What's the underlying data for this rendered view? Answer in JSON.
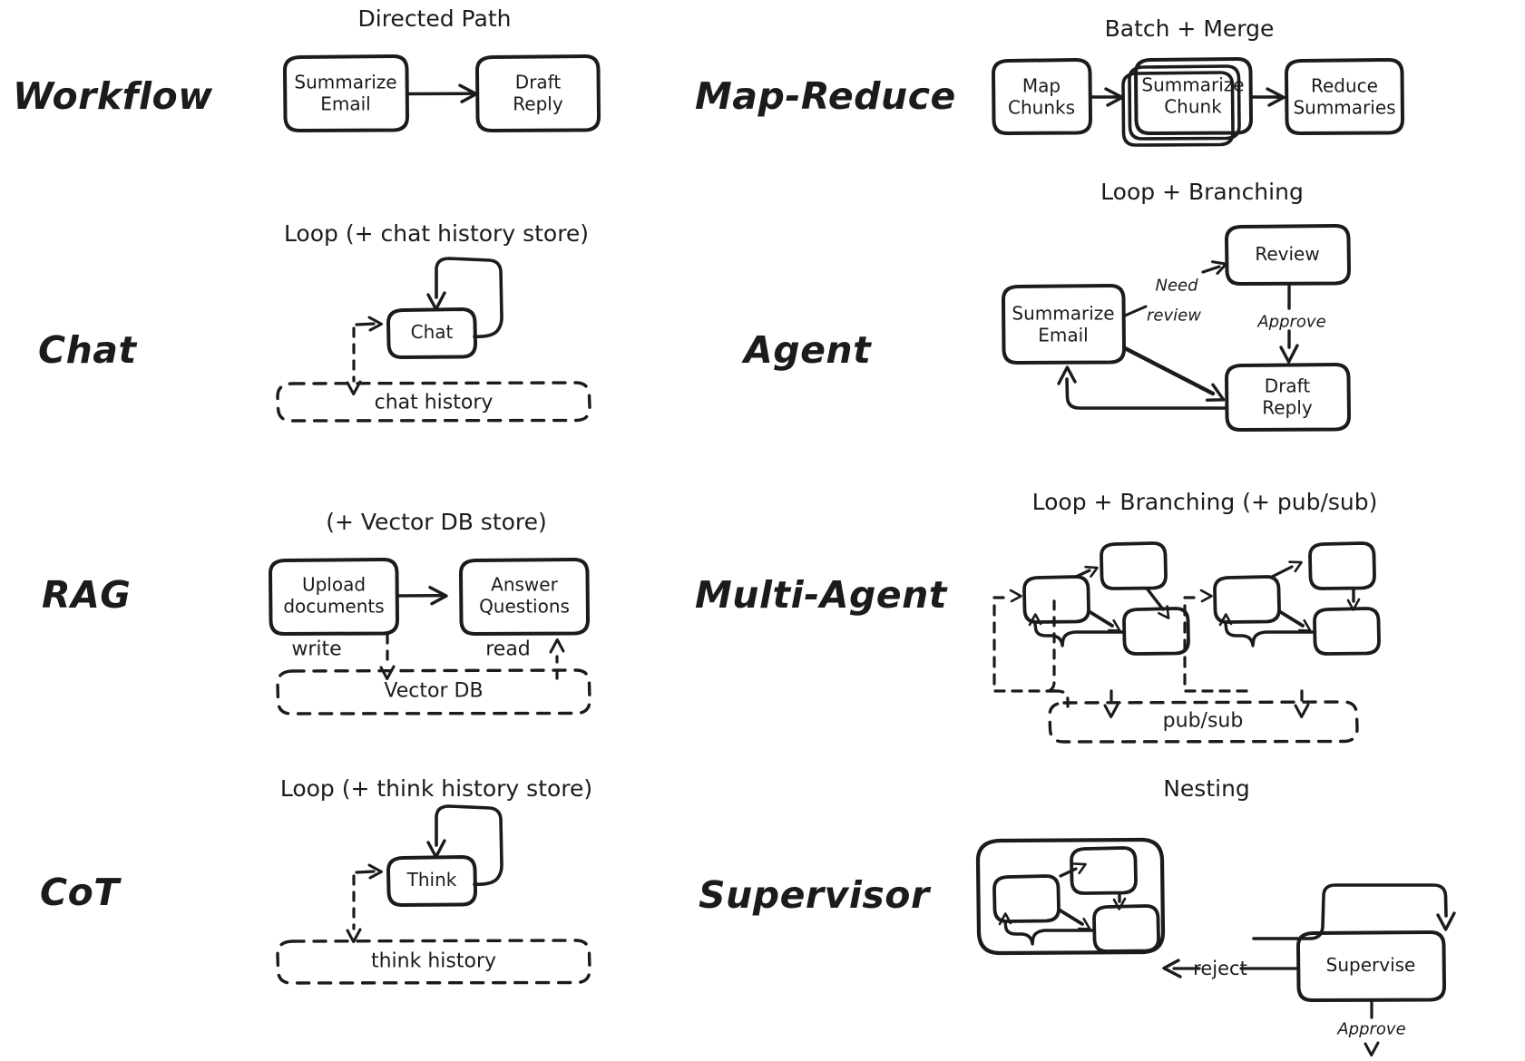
{
  "figure": {
    "title": "LLM application architecture patterns",
    "style": "hand-drawn whiteboard sketch",
    "stroke_color": "#1b1b1b",
    "background_color": "#ffffff"
  },
  "rows": [
    {
      "left": {
        "label": "Workflow",
        "caption": "Directed Path",
        "nodes": [
          {
            "id": "w1",
            "text": "Summarize\nEmail"
          },
          {
            "id": "w2",
            "text": "Draft\nReply"
          }
        ],
        "edges": [
          {
            "from": "w1",
            "to": "w2",
            "label": ""
          }
        ],
        "store": null
      },
      "right": {
        "label": "Map-Reduce",
        "caption": "Batch + Merge",
        "nodes": [
          {
            "id": "m1",
            "text": "Map\nChunks"
          },
          {
            "id": "m2",
            "text": "Summarize\nChunk",
            "stacked": true
          },
          {
            "id": "m3",
            "text": "Reduce\nSummaries"
          }
        ],
        "edges": [
          {
            "from": "m1",
            "to": "m2",
            "label": ""
          },
          {
            "from": "m2",
            "to": "m3",
            "label": ""
          }
        ],
        "store": null
      }
    },
    {
      "left": {
        "label": "Chat",
        "caption": "Loop (+ chat history store)",
        "nodes": [
          {
            "id": "c1",
            "text": "Chat",
            "selfloop": true
          }
        ],
        "edges": [],
        "store": {
          "text": "chat history",
          "dashed": true
        }
      },
      "right": {
        "label": "Agent",
        "caption": "Loop + Branching",
        "nodes": [
          {
            "id": "a1",
            "text": "Summarize\nEmail"
          },
          {
            "id": "a2",
            "text": "Review"
          },
          {
            "id": "a3",
            "text": "Draft\nReply"
          }
        ],
        "edges": [
          {
            "from": "a1",
            "to": "a2",
            "label": "Need\nreview"
          },
          {
            "from": "a2",
            "to": "a3",
            "label": "Approve"
          },
          {
            "from": "a1",
            "to": "a3",
            "label": ""
          },
          {
            "from": "a3",
            "to": "a1",
            "label": ""
          }
        ],
        "store": null
      }
    },
    {
      "left": {
        "label": "RAG",
        "caption": "(+ Vector DB store)",
        "nodes": [
          {
            "id": "r1",
            "text": "Upload\ndocuments"
          },
          {
            "id": "r2",
            "text": "Answer\nQuestions"
          }
        ],
        "edges": [
          {
            "from": "r1",
            "to": "r2",
            "label": ""
          },
          {
            "from": "r1",
            "to": "store",
            "label": "write"
          },
          {
            "from": "store",
            "to": "r2",
            "label": "read"
          }
        ],
        "store": {
          "text": "Vector DB",
          "dashed": true
        }
      },
      "right": {
        "label": "Multi-Agent",
        "caption": "Loop + Branching (+ pub/sub)",
        "nodes": [
          {
            "id": "ma-g1",
            "text": ""
          },
          {
            "id": "ma-g2",
            "text": ""
          }
        ],
        "edges": [],
        "store": {
          "text": "pub/sub",
          "dashed": true
        }
      }
    },
    {
      "left": {
        "label": "CoT",
        "caption": "Loop (+ think history store)",
        "nodes": [
          {
            "id": "t1",
            "text": "Think",
            "selfloop": true
          }
        ],
        "edges": [],
        "store": {
          "text": "think history",
          "dashed": true
        }
      },
      "right": {
        "label": "Supervisor",
        "caption": "Nesting",
        "nodes": [
          {
            "id": "s-group",
            "text": ""
          },
          {
            "id": "s1",
            "text": "Supervise"
          }
        ],
        "edges": [
          {
            "from": "s-group",
            "to": "s1",
            "label": ""
          },
          {
            "from": "s1",
            "to": "s-group",
            "label": "reject"
          },
          {
            "from": "s1",
            "to": "out",
            "label": "Approve"
          }
        ],
        "store": null
      }
    }
  ],
  "labels": {
    "workflow": "Workflow",
    "map_reduce": "Map-Reduce",
    "chat": "Chat",
    "agent": "Agent",
    "rag": "RAG",
    "multi_agent": "Multi-Agent",
    "cot": "CoT",
    "supervisor": "Supervisor"
  },
  "captions": {
    "directed_path": "Directed Path",
    "batch_merge": "Batch + Merge",
    "loop_chat": "Loop (+ chat history store)",
    "loop_branching": "Loop + Branching",
    "vector_db_store": "(+ Vector DB store)",
    "loop_branching_pubsub": "Loop + Branching (+ pub/sub)",
    "loop_think": "Loop (+ think history store)",
    "nesting": "Nesting"
  },
  "nodes": {
    "summarize_email": "Summarize\nEmail",
    "draft_reply": "Draft\nReply",
    "map_chunks": "Map\nChunks",
    "summarize_chunk": "Summarize\nChunk",
    "reduce_summaries": "Reduce\nSummaries",
    "chat": "Chat",
    "review": "Review",
    "agent_summarize_email": "Summarize\nEmail",
    "agent_draft_reply": "Draft\nReply",
    "upload_documents": "Upload\ndocuments",
    "answer_questions": "Answer\nQuestions",
    "think": "Think",
    "supervise": "Supervise"
  },
  "stores": {
    "chat_history": "chat history",
    "vector_db": "Vector DB",
    "pubsub": "pub/sub",
    "think_history": "think history"
  },
  "edge_labels": {
    "need": "Need",
    "review": "review",
    "approve": "Approve",
    "write": "write",
    "read": "read",
    "reject": "reject",
    "approve2": "Approve"
  }
}
